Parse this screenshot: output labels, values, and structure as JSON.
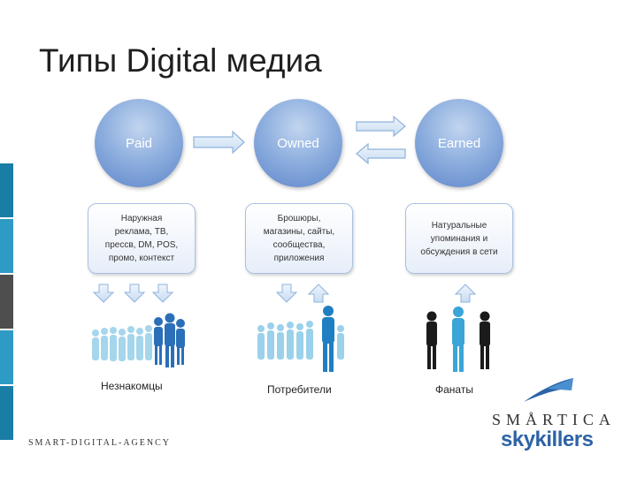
{
  "title": "Типы Digital медиа",
  "colors": {
    "circle": "#7aa2db",
    "arrow_fill": "#dceaf7",
    "arrow_stroke": "#8eb3dd",
    "side_bar": [
      "#1a7da6",
      "#2e9bc4",
      "#4e4e4e",
      "#2e9bc4",
      "#1a7da6"
    ],
    "brand_blue": "#2d63a7",
    "people_blue": "#3aa5d6",
    "people_dark": "#1b1b1b"
  },
  "media": [
    {
      "name": "Paid",
      "description": [
        "Наружная",
        "реклама, ТВ,",
        "прессв, DM, POS,",
        "промо, контекст"
      ],
      "audience": "Незнакомцы"
    },
    {
      "name": "Owned",
      "description": [
        "Брошюры,",
        "магазины, сайты,",
        "сообщества,",
        "приложения"
      ],
      "audience": "Потребители"
    },
    {
      "name": "Earned",
      "description": [
        "Натуральные",
        "упоминания и",
        "обсуждения в сети"
      ],
      "audience": "Фанаты"
    }
  ],
  "footer": {
    "agency": "Smart-Digital-Agency",
    "brand_line1": "SMÅRTICA",
    "brand_line2": "skykillers"
  }
}
